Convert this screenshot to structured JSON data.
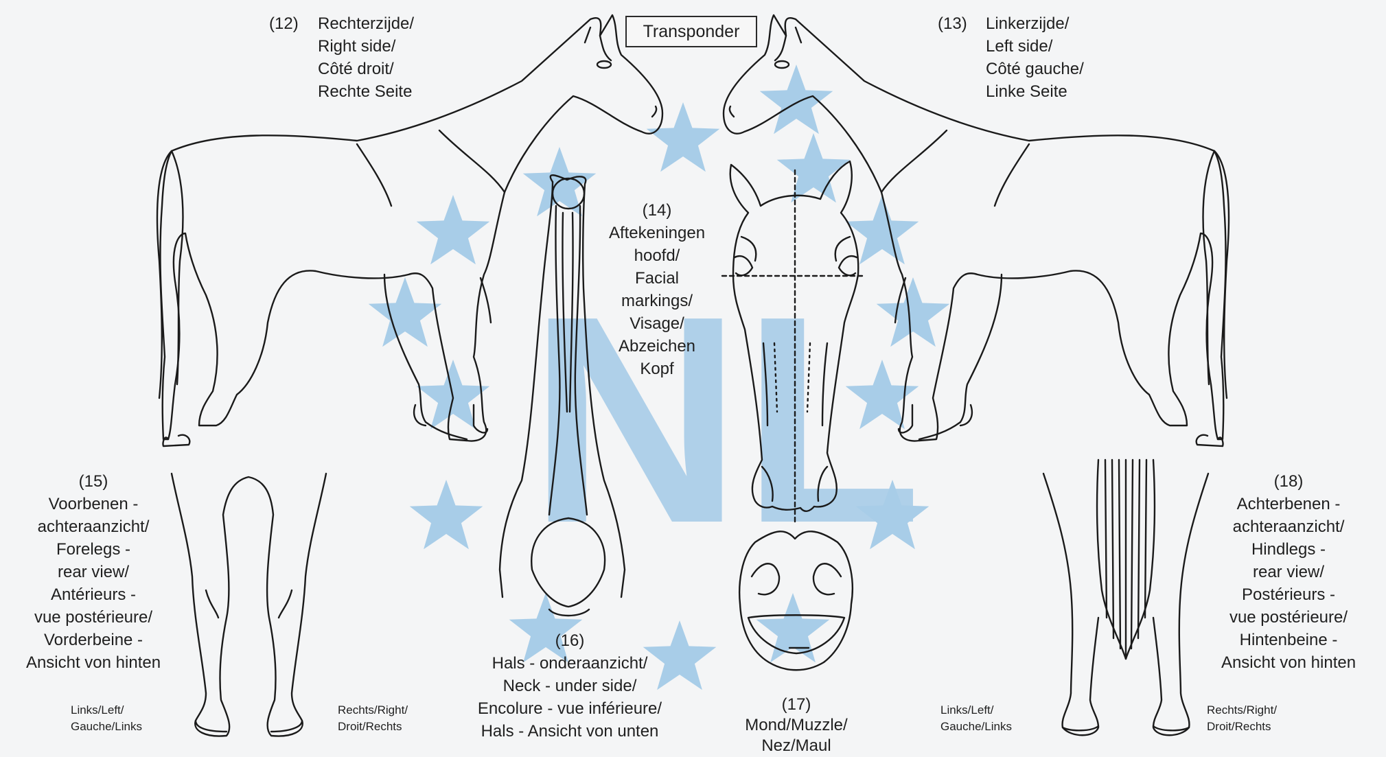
{
  "transponder_label": "Transponder",
  "right_side": {
    "number": "(12)",
    "lines": [
      "Rechterzijde/",
      "Right side/",
      "Côté droit/",
      "Rechte Seite"
    ]
  },
  "left_side": {
    "number": "(13)",
    "lines": [
      "Linkerzijde/",
      "Left side/",
      "Côté gauche/",
      "Linke Seite"
    ]
  },
  "facial": {
    "lines": [
      "(14)",
      "Aftekeningen",
      "hoofd/",
      "Facial",
      "markings/",
      "Visage/",
      "Abzeichen",
      "Kopf"
    ]
  },
  "forelegs": {
    "lines": [
      "(15)",
      "Voorbenen -",
      "achteraanzicht/",
      "Forelegs -",
      "rear view/",
      "Antérieurs -",
      "vue postérieure/",
      "Vorderbeine -",
      "Ansicht von hinten"
    ]
  },
  "neck": {
    "lines": [
      "(16)",
      "Hals - onderaanzicht/",
      "Neck - under side/",
      "Encolure - vue inférieure/",
      "Hals - Ansicht von unten"
    ]
  },
  "muzzle": {
    "lines": [
      "(17)",
      "Mond/Muzzle/",
      "Nez/Maul"
    ]
  },
  "hindlegs": {
    "lines": [
      "(18)",
      "Achterbenen -",
      "achteraanzicht/",
      "Hindlegs -",
      "rear view/",
      "Postérieurs -",
      "vue postérieure/",
      "Hintenbeine -",
      "Ansicht von hinten"
    ]
  },
  "fore_left_tag": [
    "Links/Left/",
    "Gauche/Links"
  ],
  "fore_right_tag": [
    "Rechts/Right/",
    "Droit/Rechts"
  ],
  "hind_left_tag": [
    "Links/Left/",
    "Gauche/Links"
  ],
  "hind_right_tag": [
    "Rechts/Right/",
    "Droit/Rechts"
  ],
  "watermark": {
    "text": "NL",
    "color": "#a8cde8"
  },
  "colors": {
    "line": "#1a1a1a",
    "background": "#f4f5f6",
    "star": "#a8cde8"
  }
}
